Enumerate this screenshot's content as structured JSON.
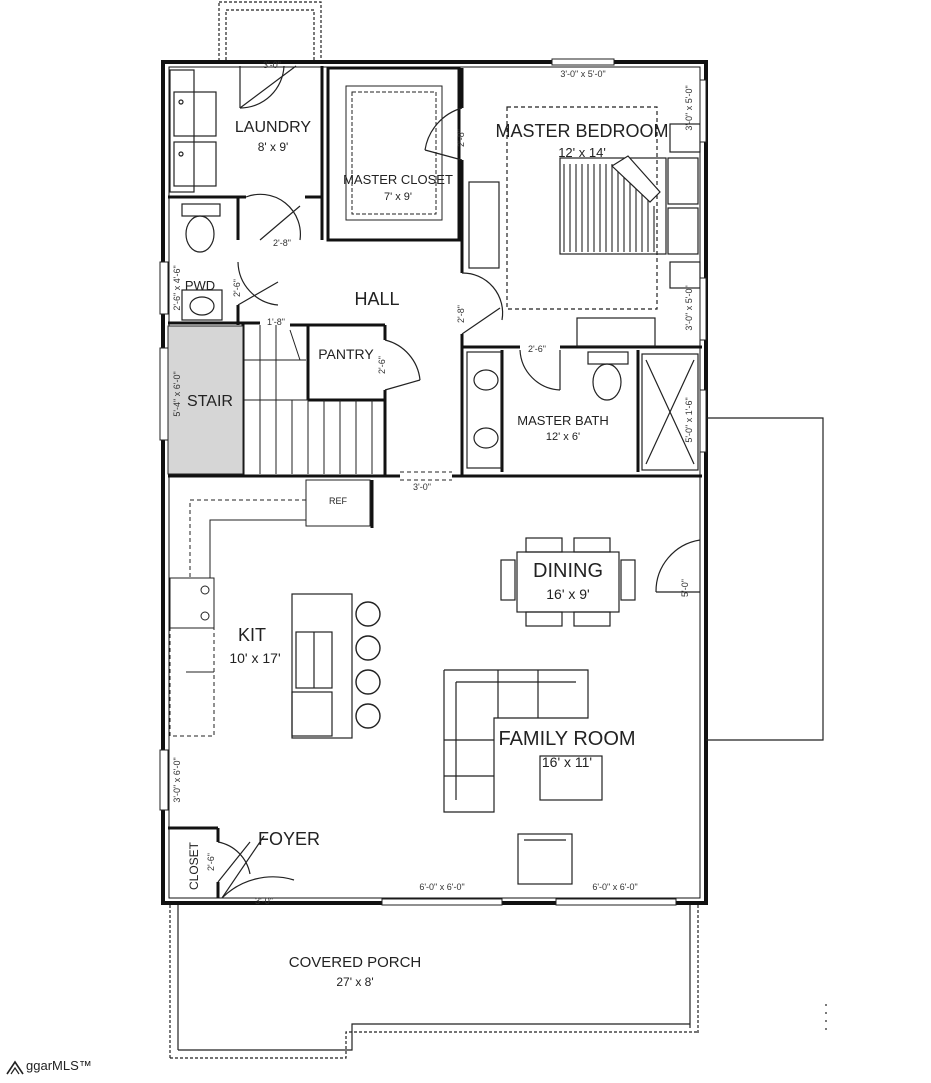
{
  "rooms": {
    "laundry": {
      "name": "LAUNDRY",
      "size": "8' x 9'"
    },
    "master_closet": {
      "name": "MASTER CLOSET",
      "size": "7' x 9'"
    },
    "master_bedroom": {
      "name": "MASTER BEDROOM",
      "size": "12' x 14'"
    },
    "pwd": {
      "name": "PWD"
    },
    "hall": {
      "name": "HALL"
    },
    "pantry": {
      "name": "PANTRY"
    },
    "stair": {
      "name": "STAIR"
    },
    "master_bath": {
      "name": "MASTER BATH",
      "size": "12' x 6'"
    },
    "ref": {
      "name": "REF"
    },
    "dining": {
      "name": "DINING",
      "size": "16' x 9'"
    },
    "kit": {
      "name": "KIT",
      "size": "10' x 17'"
    },
    "family_room": {
      "name": "FAMILY ROOM",
      "size": "16' x 11'"
    },
    "foyer": {
      "name": "FOYER"
    },
    "closet": {
      "name": "CLOSET"
    },
    "covered_porch": {
      "name": "COVERED PORCH",
      "size": "27' x 8'"
    }
  },
  "dimensions": {
    "laundry_door": "3'-0\"",
    "bedroom_window_top": "3'-0\" x 5'-0\"",
    "bedroom_window_right_top": "3'-0\" x 5'-0\"",
    "bedroom_window_right_bottom": "3'-0\" x 5'-0\"",
    "closet_door": "2'-8\"",
    "laundry_inner_door": "2'-8\"",
    "bedroom_door": "2'-8\"",
    "pwd_door": "2'-6\"",
    "pwd_window": "2'-6\" x 4'-6\"",
    "stair_window": "5'-4\" x 6'-0\"",
    "pantry_door": "2'-6\"",
    "stair_door": "1'-8\"",
    "bath_door": "2'-6\"",
    "shower": "5'-0\" x 1'-6\"",
    "hall_opening": "3'-0\"",
    "dining_door": "5'-0\"",
    "kitchen_window": "3'-0\" x 6'-0\"",
    "closet_inner_door": "2'-6\"",
    "front_door": "3'-0\"",
    "front_window_left": "6'-0\" x 6'-0\"",
    "front_window_right": "6'-0\" x 6'-0\""
  },
  "branding": {
    "text": "ggarMLS™"
  }
}
